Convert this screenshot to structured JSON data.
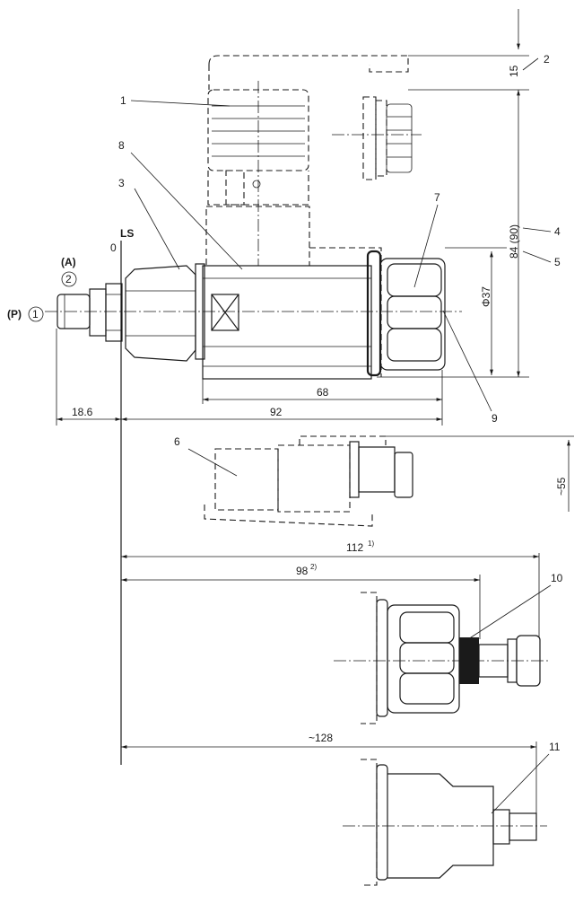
{
  "callouts": {
    "c1": "1",
    "c2": "2",
    "c3": "3",
    "c4": "4",
    "c5": "5",
    "c6": "6",
    "c7": "7",
    "c8": "8",
    "c9": "9",
    "c10": "10",
    "c11": "11"
  },
  "labels": {
    "ls": "LS",
    "zero": "0",
    "port_a": "(A)",
    "port_a_num": "2",
    "port_p": "(P)",
    "port_p_num": "1"
  },
  "dimensions": {
    "d15": "15",
    "d84": "84 (90)",
    "d37": "Φ37",
    "d68": "68",
    "d92": "92",
    "d18_6": "18.6",
    "d55": "~55",
    "d112": "112",
    "d112_note": "1)",
    "d98": "98",
    "d98_note": "2)",
    "d128": "~128"
  }
}
